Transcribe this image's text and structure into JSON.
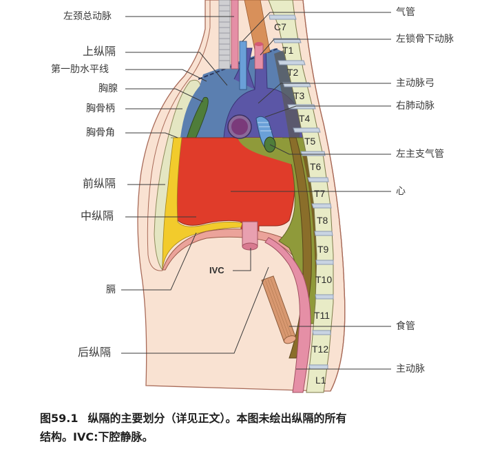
{
  "figure": {
    "title": "纵隔的主要划分",
    "labels_left": [
      {
        "id": "left_common_carotid",
        "text": "左颈总动脉"
      },
      {
        "id": "superior_mediastinum",
        "text": "上纵隔"
      },
      {
        "id": "first_rib_level",
        "text": "第一肋水平线"
      },
      {
        "id": "thymus",
        "text": "胸腺"
      },
      {
        "id": "manubrium",
        "text": "胸骨柄"
      },
      {
        "id": "sternal_angle",
        "text": "胸骨角"
      },
      {
        "id": "anterior_mediastinum",
        "text": "前纵隔"
      },
      {
        "id": "middle_mediastinum",
        "text": "中纵隔"
      },
      {
        "id": "diaphragm",
        "text": "膈"
      },
      {
        "id": "posterior_mediastinum",
        "text": "后纵隔"
      }
    ],
    "labels_right": [
      {
        "id": "trachea",
        "text": "气管"
      },
      {
        "id": "left_subclavian",
        "text": "左锁骨下动脉"
      },
      {
        "id": "aortic_arch",
        "text": "主动脉弓"
      },
      {
        "id": "right_pulmonary_artery",
        "text": "右肺动脉"
      },
      {
        "id": "left_main_bronchus",
        "text": "左主支气管"
      },
      {
        "id": "heart",
        "text": "心"
      },
      {
        "id": "esophagus",
        "text": "食管"
      },
      {
        "id": "aorta",
        "text": "主动脉"
      }
    ],
    "ivc_label": "IVC",
    "vertebrae": [
      "C7",
      "T1",
      "T2",
      "T3",
      "T4",
      "T5",
      "T6",
      "T7",
      "T8",
      "T9",
      "T10",
      "T11",
      "T12",
      "L1"
    ],
    "colors": {
      "skin": "#f6d8c4",
      "body_fill": "#f9e2d2",
      "outline": "#9a5a48",
      "superior_mediastinum": "#5b7fb0",
      "aorta_blue": "#5b56a6",
      "heart_red": "#e03c2a",
      "anterior_yellow": "#f2cb2c",
      "thymus_green": "#4f7d3a",
      "posterior_olive": "#8f9a3a",
      "esophagus_brown": "#8a6e2a",
      "sternum": "#e4e6c2",
      "vertebra": "#e8ebc6",
      "disc": "#c9d4e2",
      "aorta_pink": "#e58fa6",
      "diaphragm_pink": "#eba39a",
      "trachea_blue": "#6aa0d8"
    }
  },
  "caption": {
    "figure_number": "图59.1",
    "line1": "纵隔的主要划分（详见正文）。本图未绘出纵隔的所有",
    "line2": "结构。IVC:下腔静脉。"
  }
}
